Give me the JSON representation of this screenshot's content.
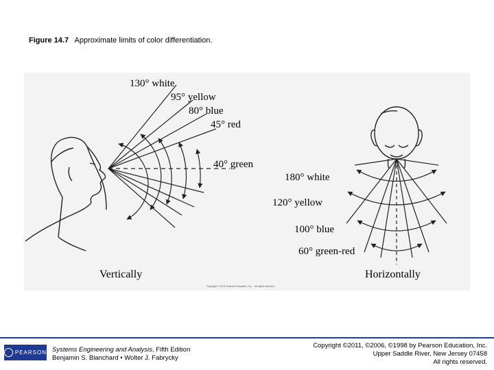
{
  "caption": {
    "figure_number": "Figure 14.7",
    "title": "Approximate limits of color differentiation."
  },
  "vertical": {
    "title": "Vertically",
    "labels": [
      {
        "id": "white",
        "text": "130° white"
      },
      {
        "id": "yellow",
        "text": "95° yellow"
      },
      {
        "id": "blue",
        "text": "80° blue"
      },
      {
        "id": "red",
        "text": "45° red"
      },
      {
        "id": "green",
        "text": "40° green"
      }
    ]
  },
  "horizontal": {
    "title": "Horizontally",
    "labels": [
      {
        "id": "white",
        "text": "180° white"
      },
      {
        "id": "yellow",
        "text": "120° yellow"
      },
      {
        "id": "blue",
        "text": "100° blue"
      },
      {
        "id": "green_red",
        "text": "60° green-red"
      }
    ]
  },
  "figure_credit": "Copyright © 2011 Pearson Education, Inc. · All rights reserved.",
  "footer": {
    "logo_text": "PEARSON",
    "book_title": "Systems Engineering and Analysis",
    "edition": ", Fifth Edition",
    "authors": "Benjamin S. Blanchard • Wolter J. Fabrycky",
    "copyright": "Copyright ©2011, ©2006, ©1998 by Pearson Education, Inc.",
    "address": "Upper Saddle River, New Jersey 07458",
    "rights": "All rights reserved."
  },
  "colors": {
    "footer_accent": "#1f3a93",
    "figure_background": "#f3f3f3",
    "line": "#222222"
  }
}
